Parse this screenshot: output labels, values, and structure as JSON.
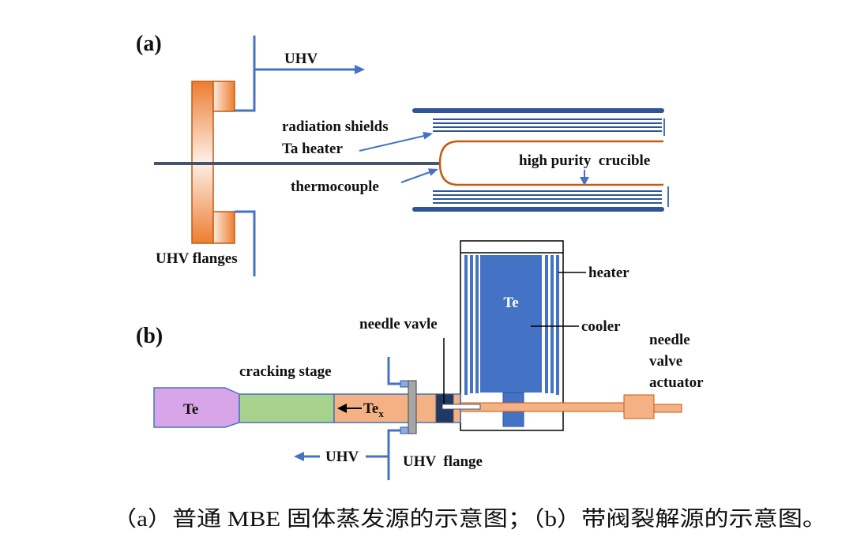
{
  "panel_a": {
    "panel_label": "(a)",
    "uhv": "UHV",
    "radiation_shields": "radiation shields",
    "ta_heater": "Ta heater",
    "crucible": "high purity  crucible",
    "thermocouple": "thermocouple",
    "uhv_flanges": "UHV flanges"
  },
  "panel_b": {
    "panel_label": "(b)",
    "needle_valve": "needle vavle",
    "heater": "heater",
    "te_reservoir": "Te",
    "cooler": "cooler",
    "actuator_lines": [
      "needle",
      "valve",
      "actuator"
    ],
    "cracking_stage": "cracking stage",
    "te_source": "Te",
    "te_x_base": "Te",
    "te_x_subscript": "x",
    "uhv": "UHV",
    "uhv_flange": "UHV  flange"
  },
  "caption": "（a）普通 MBE 固体蒸发源的示意图；（b）带阀裂解源的示意图。",
  "colors": {
    "line-blue": "#4472C4",
    "shield-blue": "#2F5597",
    "flange-orange": "#ED7D31",
    "crucible-orange": "#C55A11",
    "thermocouple": "#44546A",
    "peach": "#F4B183",
    "green": "#A9D18E",
    "purple": "#D8A6E8",
    "gray": "#A6A6A6",
    "te-blue": "#4472C4",
    "valve-navy": "#203864"
  }
}
